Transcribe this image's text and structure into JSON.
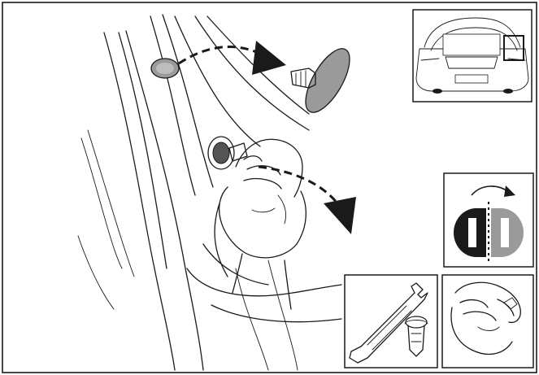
{
  "figure": {
    "type": "service-manual-illustration",
    "colors": {
      "line": "#1a1a1a",
      "background": "#ffffff",
      "gray_fill": "#9a9a9a",
      "light_gray": "#c8c8c8"
    },
    "panels": [
      {
        "id": "main-step",
        "icon": "trim-panel-clip-removal"
      },
      {
        "id": "vehicle-locator",
        "icon": "rear-car-locator"
      },
      {
        "id": "reuse-symbol",
        "icon": "replace-part-symbol"
      },
      {
        "id": "tool",
        "icon": "trim-tool-with-clip"
      },
      {
        "id": "hand-technique",
        "icon": "hand-pull"
      }
    ]
  }
}
